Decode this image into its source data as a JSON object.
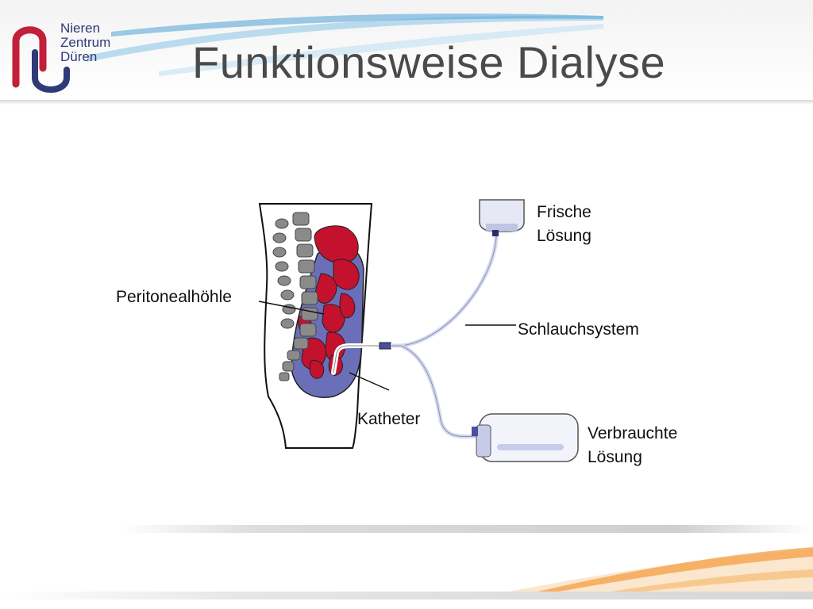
{
  "slide": {
    "title": "Funktionsweise Dialyse"
  },
  "logo": {
    "line1": "Nieren",
    "line2": "Zentrum",
    "line3": "Düren",
    "colors": {
      "red": "#c21f3b",
      "blue": "#2f3a76"
    }
  },
  "labels": {
    "peritoneal": "Peritonealhöhle",
    "catheter": "Katheter",
    "tubing": "Schlauchsystem",
    "fresh_line1": "Frische",
    "fresh_line2": "Lösung",
    "used_line1": "Verbrauchte",
    "used_line2": "Lösung"
  },
  "colors": {
    "organ_red": "#c4112e",
    "cavity_blue": "#6a6fb8",
    "spine_gray": "#8a8a8a",
    "bag_blue": "#d9dcf3",
    "accent_orange": "#f39a3b"
  }
}
